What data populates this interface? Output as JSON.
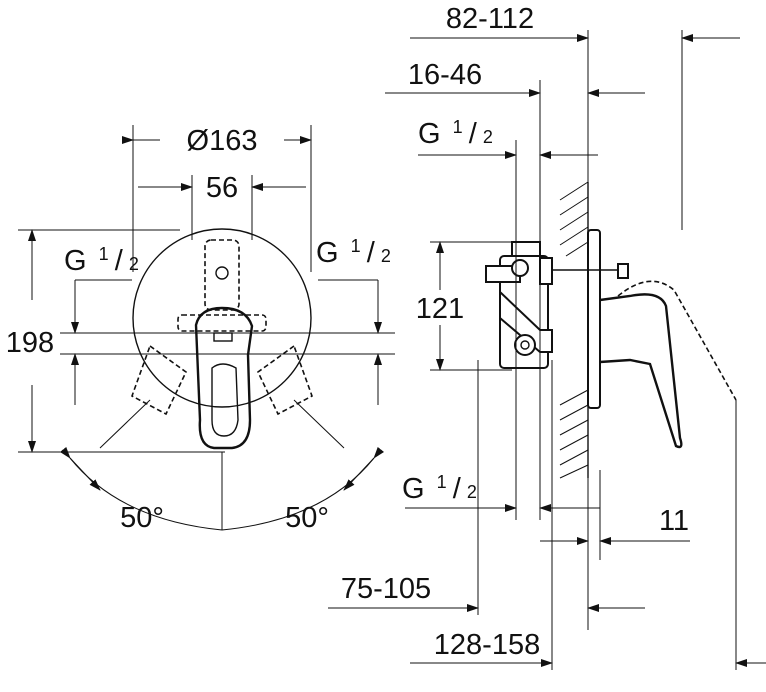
{
  "front_view": {
    "diameter": "Ø163",
    "handle_width": "56",
    "height": "198",
    "thread_left": {
      "base": "G",
      "num": "1",
      "den": "2"
    },
    "thread_right": {
      "base": "G",
      "num": "1",
      "den": "2"
    },
    "angle_left": "50°",
    "angle_right": "50°"
  },
  "side_view": {
    "depth_range": "82-112",
    "wall_range": "16-46",
    "thread_top": {
      "base": "G",
      "num": "1",
      "den": "2"
    },
    "thread_bottom": {
      "base": "G",
      "num": "1",
      "den": "2"
    },
    "body_height": "121",
    "plate_thickness": "11",
    "install_range": "75-105",
    "total_range": "128-158"
  },
  "colors": {
    "ink": "#111111",
    "background": "#ffffff"
  }
}
